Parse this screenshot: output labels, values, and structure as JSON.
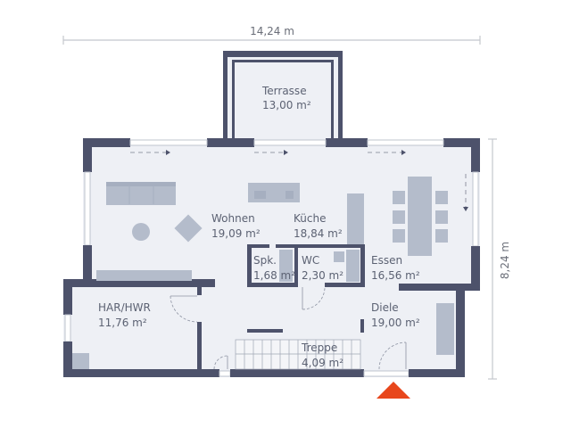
{
  "dimensions": {
    "width": "14,24 m",
    "depth": "8,24 m"
  },
  "rooms": [
    {
      "id": "terrasse",
      "name": "Terrasse",
      "area": "13,00 m²"
    },
    {
      "id": "wohnen",
      "name": "Wohnen",
      "area": "19,09 m²"
    },
    {
      "id": "kueche",
      "name": "Küche",
      "area": "18,84 m²"
    },
    {
      "id": "spk",
      "name": "Spk.",
      "area": "1,68 m²"
    },
    {
      "id": "wc",
      "name": "WC",
      "area": "2,30 m²"
    },
    {
      "id": "essen",
      "name": "Essen",
      "area": "16,56 m²"
    },
    {
      "id": "har-hwr",
      "name": "HAR/HWR",
      "area": "11,76 m²"
    },
    {
      "id": "diele",
      "name": "Diele",
      "area": "19,00 m²"
    },
    {
      "id": "treppe",
      "name": "Treppe",
      "area": "4,09 m²"
    }
  ],
  "entrance_marker": {
    "color": "#e8471c"
  },
  "colors": {
    "wall": "#4d526b",
    "floor": "#eef0f5",
    "furniture": "#b4bccb"
  }
}
